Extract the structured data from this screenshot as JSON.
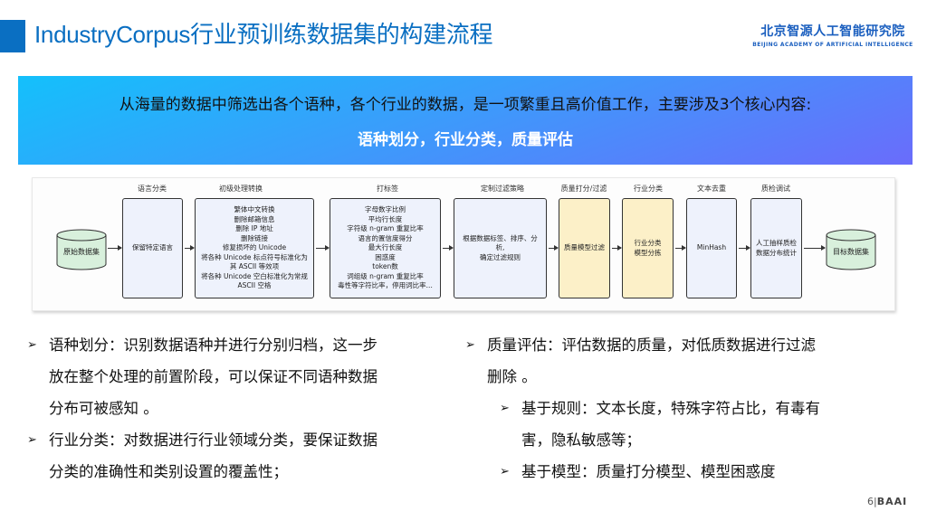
{
  "header": {
    "title": "IndustryCorpus行业预训练数据集的构建流程",
    "accent_color": "#0a6fc2",
    "logo": {
      "cn": "北京智源人工智能研究院",
      "en": "BEIJING ACADEMY OF ARTIFICIAL INTELLIGENCE"
    }
  },
  "banner": {
    "line1": "从海量的数据中筛选出各个语种，各个行业的数据，是一项繁重且高价值工作，主要涉及3个核心内容:",
    "line2": "语种划分，行业分类，质量评估"
  },
  "diagram": {
    "source": "原始数据集",
    "target": "目标数据集",
    "steps": [
      {
        "label": "语言分类",
        "lines": [
          "保留特定语言"
        ],
        "color": "blue"
      },
      {
        "label": "初级处理转换",
        "lines": [
          "繁体中文转换",
          "删除邮箱信息",
          "删除 IP 地址",
          "删除链接",
          "修复损坏的 Unicode",
          "将各种 Unicode 标点符号标准化为",
          "其 ASCII 等效项",
          "将各种 Unicode 空白标准化为常规",
          "ASCII 空格"
        ],
        "color": "blue"
      },
      {
        "label": "打标签",
        "lines": [
          "字母数字比例",
          "平均行长度",
          "字符级 n-gram 重复比率",
          "语言的置信度得分",
          "最大行长度",
          "困惑度",
          "token数",
          "词组级 n-gram 重复比率",
          "毒性等字符比率，停用词比率..."
        ],
        "color": "blue"
      },
      {
        "label": "定制过滤策略",
        "lines": [
          "根据数据标签、排序、分",
          "析,",
          "确定过滤规则"
        ],
        "color": "blue"
      },
      {
        "label": "质量打分/过滤",
        "lines": [
          "质量模型过滤"
        ],
        "color": "yellow"
      },
      {
        "label": "行业分类",
        "lines": [
          "行业分类",
          "模型分拣"
        ],
        "color": "yellow"
      },
      {
        "label": "文本去重",
        "lines": [
          "MinHash"
        ],
        "color": "blue"
      },
      {
        "label": "质检调试",
        "lines": [
          "人工抽样质检",
          "数据分布统计"
        ],
        "color": "blue"
      }
    ]
  },
  "left_bullets": [
    {
      "lines": [
        "语种划分：识别数据语种并进行分别归档，这一步",
        "放在整个处理的前置阶段，可以保证不同语种数据",
        "分布可被感知 。"
      ]
    },
    {
      "lines": [
        "行业分类：对数据进行行业领域分类，要保证数据",
        "分类的准确性和类别设置的覆盖性；"
      ]
    }
  ],
  "right_bullets": {
    "main": {
      "lines": [
        "质量评估：评估数据的质量，对低质数据进行过滤",
        "删除 。"
      ]
    },
    "subs": [
      {
        "lines": [
          "基于规则：文本长度，特殊字符占比，有毒有",
          "害，隐私敏感等；"
        ]
      },
      {
        "lines": [
          "基于模型：质量打分模型、模型困惑度"
        ]
      }
    ]
  },
  "footer": {
    "page": "6",
    "sep": "|",
    "brand": "BAAI"
  },
  "icons": {
    "bullet": "arrowhead-bullet-icon",
    "arrow": "right-arrow-icon",
    "database": "cylinder-database-icon"
  }
}
